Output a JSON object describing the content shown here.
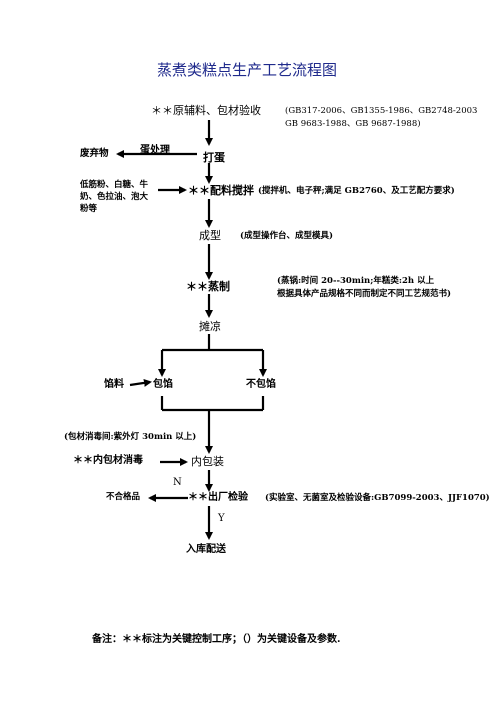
{
  "title": "蒸煮类糕点生产工艺流程图",
  "nodes": {
    "receive": "＊＊原辅料、包材验收",
    "receive_std_1": "(GB317-2006、GB1355-1986、GB2748-2003",
    "receive_std_2": "GB 9683-1988、GB 9687-1988)",
    "waste": "废弃物",
    "egg_process": "蛋处理",
    "beat_egg": "打蛋",
    "ingredients_1": "低筋粉、白糖、牛",
    "ingredients_2": "奶、色拉油、泡大",
    "ingredients_3": "粉等",
    "mix": "＊＊配料搅拌",
    "mix_note": "(搅拌机、电子秤;满足 GB2760、及工艺配方要求)",
    "shape": "成型",
    "shape_note": "(成型操作台、成型模具)",
    "steam": "＊＊蒸制",
    "steam_note_1": "(蒸锅:时间 20--30min;年糕类:2h 以上",
    "steam_note_2": "根据具体产品规格不同而制定不同工艺规范书)",
    "cool": "摊凉",
    "filling": "馅料",
    "stuffed": "包馅",
    "unstuffed": "不包馅",
    "disinfect_note": "(包材消毒间:紫外灯 30min 以上)",
    "inner_disinfect": "＊＊内包材消毒",
    "inner_pack": "内包装",
    "unqualified": "不合格品",
    "label_n": "N",
    "inspection": "＊＊出厂检验",
    "inspection_note": "(实验室、无菌室及检验设备:GB7099-2003、JJF1070)",
    "label_y": "Y",
    "storage": "入库配送"
  },
  "footer": "备注：＊＊标注为关键控制工序；（）为关键设备及参数."
}
